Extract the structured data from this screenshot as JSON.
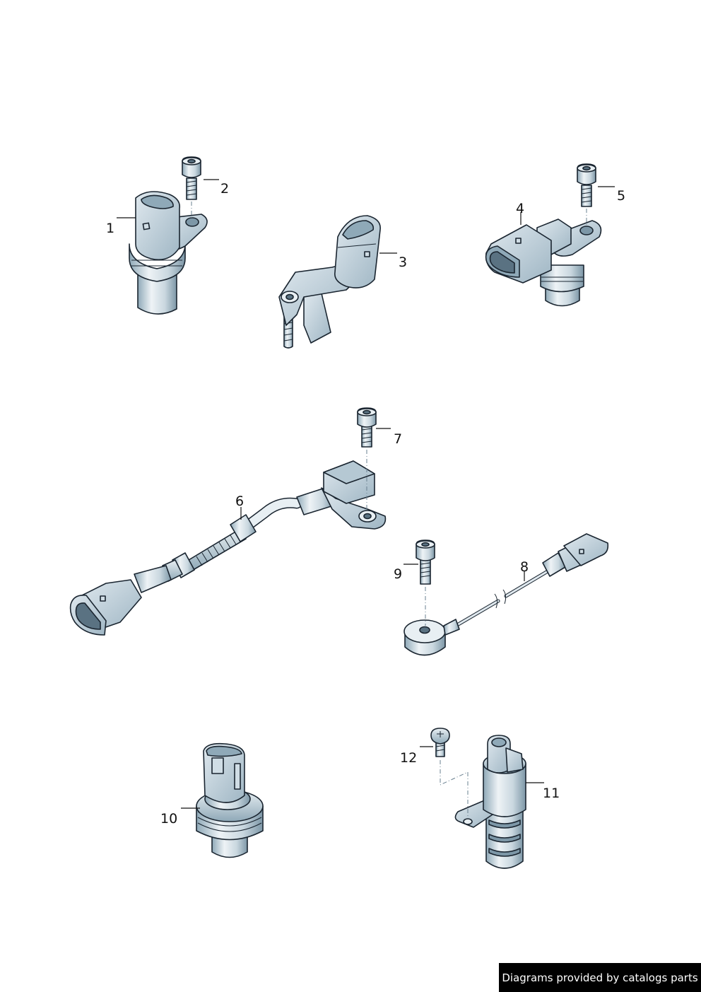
{
  "callouts": [
    "1",
    "2",
    "3",
    "4",
    "5",
    "6",
    "7",
    "8",
    "9",
    "10",
    "11",
    "12"
  ],
  "footer": {
    "text": "Diagrams provided by catalogs parts"
  }
}
